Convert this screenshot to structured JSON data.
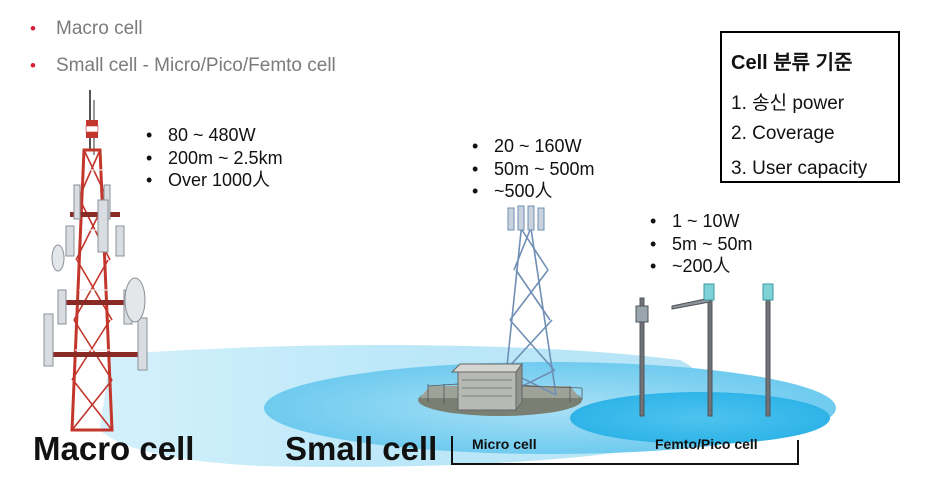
{
  "top_bullets": [
    "Macro cell",
    "Small cell - Micro/Pico/Femto cell"
  ],
  "macro": {
    "label": "Macro cell",
    "specs": [
      "80 ~ 480W",
      "200m ~ 2.5km",
      "Over 1000人"
    ]
  },
  "micro": {
    "label": "Micro cell",
    "specs": [
      "20 ~ 160W",
      "50m ~ 500m",
      "~500人"
    ]
  },
  "femto": {
    "label": "Femto/Pico cell",
    "specs": [
      "1 ~ 10W",
      "5m ~ 50m",
      "~200人"
    ]
  },
  "small_label": "Small cell",
  "criteria": {
    "title": "Cell 분류 기준",
    "items": [
      "1.  송신 power",
      "2.  Coverage",
      "3.  User capacity"
    ]
  },
  "colors": {
    "coverage_light": "#b9e6f7",
    "coverage_mid": "#7fd1f1",
    "coverage_deep": "#3dbdec",
    "tower_red": "#c3362b",
    "lattice_blue": "#6f8fb4",
    "bullet_red": "#d8203a"
  },
  "icons": [
    "macro-tower-icon",
    "lattice-tower-icon",
    "equipment-shelter-icon",
    "street-pole-icon"
  ]
}
